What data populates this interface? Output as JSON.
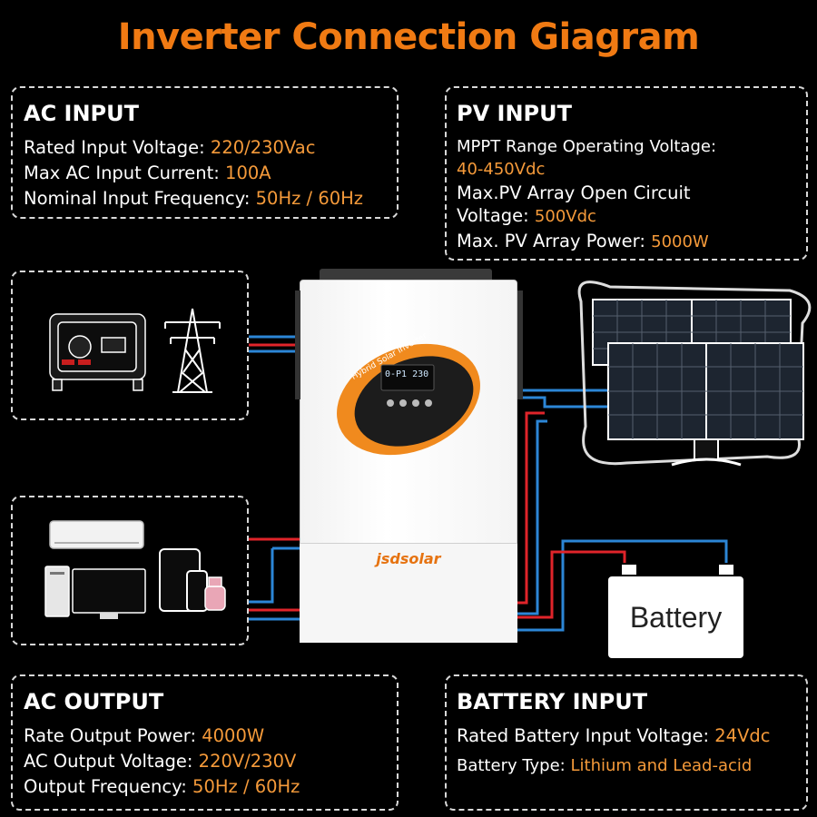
{
  "title": "Inverter Connection Giagram",
  "ac_input": {
    "heading": "AC INPUT",
    "rows": [
      {
        "label": "Rated Input Voltage: ",
        "value": "220/230Vac"
      },
      {
        "label": "Max AC Input Current: ",
        "value": "100A"
      },
      {
        "label": "Nominal Input Frequency: ",
        "value": "50Hz / 60Hz"
      }
    ]
  },
  "pv_input": {
    "heading": "PV INPUT",
    "mppt_label": "MPPT Range Operating Voltage:",
    "mppt_value": "40-450Vdc",
    "open_circuit_label_1": "Max.PV Array Open Circuit",
    "open_circuit_label_2": "Voltage: ",
    "open_circuit_value": "500Vdc",
    "power_label": "Max. PV Array Power: ",
    "power_value": "5000W"
  },
  "ac_output": {
    "heading": "AC OUTPUT",
    "rows": [
      {
        "label": "Rate Output Power: ",
        "value": "4000W"
      },
      {
        "label": "AC Output Voltage: ",
        "value": "220V/230V"
      },
      {
        "label": "Output Frequency: ",
        "value": "50Hz / 60Hz"
      }
    ]
  },
  "battery_input": {
    "heading": "BATTERY INPUT",
    "rows": [
      {
        "label": "Rated Battery Input Voltage: ",
        "value": "24Vdc"
      },
      {
        "label": "Battery Type: ",
        "value": "Lithium and Lead-acid"
      }
    ]
  },
  "inverter": {
    "label": "Hybrid Solar Inverter",
    "display": "0-P1 230",
    "brand": "jsdsolar"
  },
  "battery_label": "Battery",
  "icons": [
    "generator-icon",
    "power-tower-icon",
    "air-conditioner-icon",
    "desktop-computer-icon",
    "tv-icon",
    "tablet-icon",
    "phone-icon",
    "smartwatch-icon",
    "solar-panel-icon",
    "battery-icon"
  ],
  "colors": {
    "title": "#f07a13",
    "value": "#f59a3a",
    "wire_red": "#e0242a",
    "wire_blue": "#2c86d6"
  }
}
